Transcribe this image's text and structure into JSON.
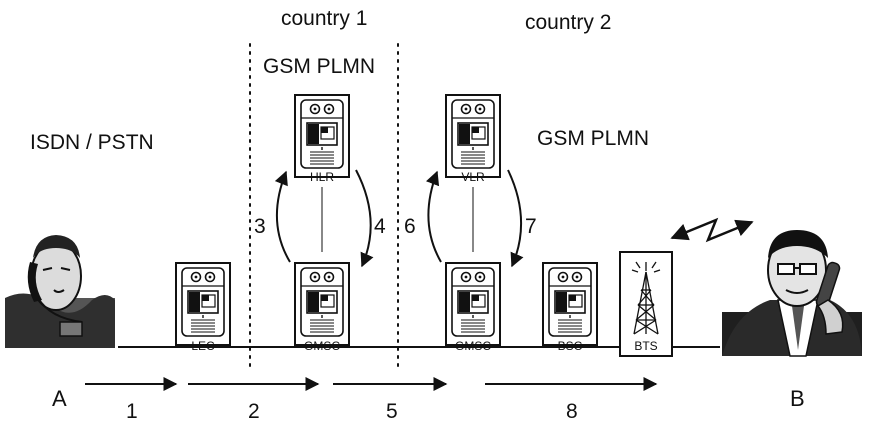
{
  "regions": {
    "country1": "country 1",
    "country2": "country 2",
    "gsm_plmn_1": "GSM PLMN",
    "gsm_plmn_2": "GSM PLMN",
    "isdn_pstn": "ISDN / PSTN"
  },
  "nodes": {
    "hlr": "HLR",
    "vlr": "VLR",
    "lec": "LEC",
    "gmsc1": "GMSC",
    "gmsc2": "GMSC",
    "bsc": "BSC",
    "bts": "BTS"
  },
  "steps": {
    "s1": "1",
    "s2": "2",
    "s3": "3",
    "s4": "4",
    "s5": "5",
    "s6": "6",
    "s7": "7",
    "s8": "8"
  },
  "parties": {
    "a": "A",
    "b": "B"
  }
}
